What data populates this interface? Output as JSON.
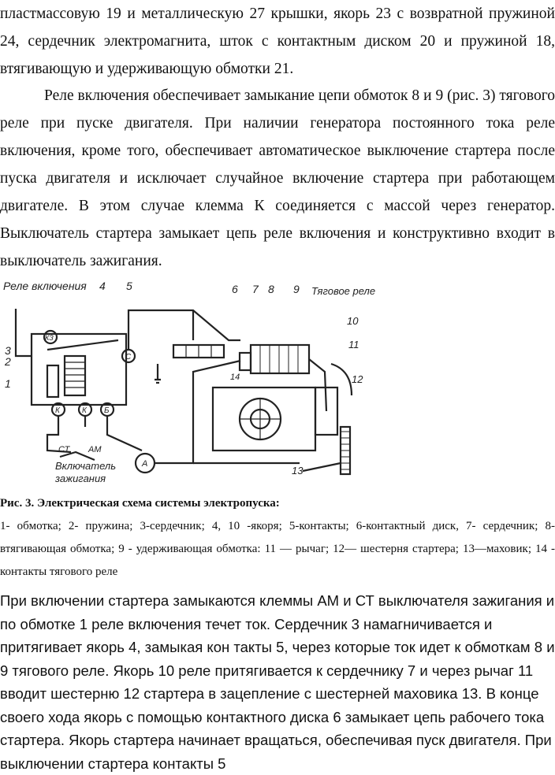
{
  "paragraphs": {
    "p1": "пластмассовую 19 и металлическую 27 крышки, якорь 23 с возвратной пружиной 24, сердечник электромагнита, шток с контактным диском 20 и пружиной 18, втягивающую и удерживающую обмотки 21.",
    "p2": "Реле включения обеспечивает замыкание цепи обмоток 8 и 9 (рис. 3) тягового реле при пуске двигателя. При наличии генератора постоянного тока реле включения, кроме того, обеспечивает автоматическое выключение стартера после пуска двигателя и исключает случайное включение стартера при работающем двигателе. В этом случае клемма К соединяется с массой через генератор. Выключатель стартера замыкает цепь реле включения и конструктивно входит в выключатель зажигания.",
    "p3": "При включении стартера замыкаются клеммы АМ и СТ выключателя зажигания и по обмотке 1 реле включения течет ток. Сердечник 3 намагничивается и притягивает якорь 4, замыкая  кон такты 5, через которые ток идет к обмоткам 8 и 9 тягового реле. Якорь 10 реле притягивается к сердечнику 7 и через рычаг 11 вводит шестерню 12 стартера в зацепление с шестерней маховика 13. В конце своего хода якорь с помощью контактного диска 6 замыкает цепь рабочего тока стартера. Якорь стартера начинает вращаться, обеспечивая пуск двигателя. При выключении стартера контакты 5"
  },
  "figure": {
    "labels": {
      "rele_vkl": "Реле включения",
      "tyag_rele": "Тяговое реле",
      "vykl_line1": "Включатель",
      "vykl_line2": "зажигания",
      "st": "СТ",
      "am": "АМ",
      "terminal_k1": "К",
      "terminal_k2": "К",
      "terminal_b": "Б",
      "terminal_s": "С",
      "terminal_ksh": "КЗ",
      "ammeter": "А",
      "n1": "1",
      "n2": "2",
      "n3": "3",
      "n4": "4",
      "n5": "5",
      "n6": "6",
      "n7": "7",
      "n8": "8",
      "n9": "9",
      "n10": "10",
      "n11": "11",
      "n12": "12",
      "n13": "13",
      "n14": "14"
    }
  },
  "caption": {
    "title": "Рис. 3. Электрическая схема системы электропуска:",
    "legend": "1- обмотка; 2- пружина; 3-сердечник; 4, 10 -якоря; 5-контакты; 6-контактный диск, 7- сердечник; 8-втягивающая обмотка; 9 - удерживающая обмотка: 11 — рычаг; 12— шестерня стартера; 13—маховик; 14 - контакты тягового реле"
  }
}
